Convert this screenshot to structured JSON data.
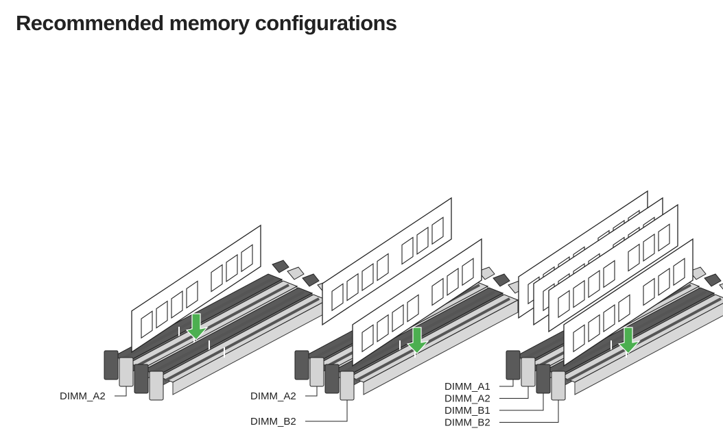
{
  "page": {
    "title": "Recommended memory configurations"
  },
  "colors": {
    "slot_dark": "#5a5a5a",
    "slot_light": "#d4d4d4",
    "channel_dark": "#555555",
    "module_fill": "#ffffff",
    "outline": "#222222",
    "arrow": "#4caf50"
  },
  "configurations": [
    {
      "name": "one-module",
      "modules_installed": [
        "DIMM_A2"
      ],
      "labels": [
        "DIMM_A2"
      ]
    },
    {
      "name": "two-modules",
      "modules_installed": [
        "DIMM_A2",
        "DIMM_B2"
      ],
      "labels": [
        "DIMM_A2",
        "DIMM_B2"
      ]
    },
    {
      "name": "four-modules",
      "modules_installed": [
        "DIMM_A1",
        "DIMM_A2",
        "DIMM_B1",
        "DIMM_B2"
      ],
      "labels": [
        "DIMM_A1",
        "DIMM_A2",
        "DIMM_B1",
        "DIMM_B2"
      ]
    }
  ]
}
